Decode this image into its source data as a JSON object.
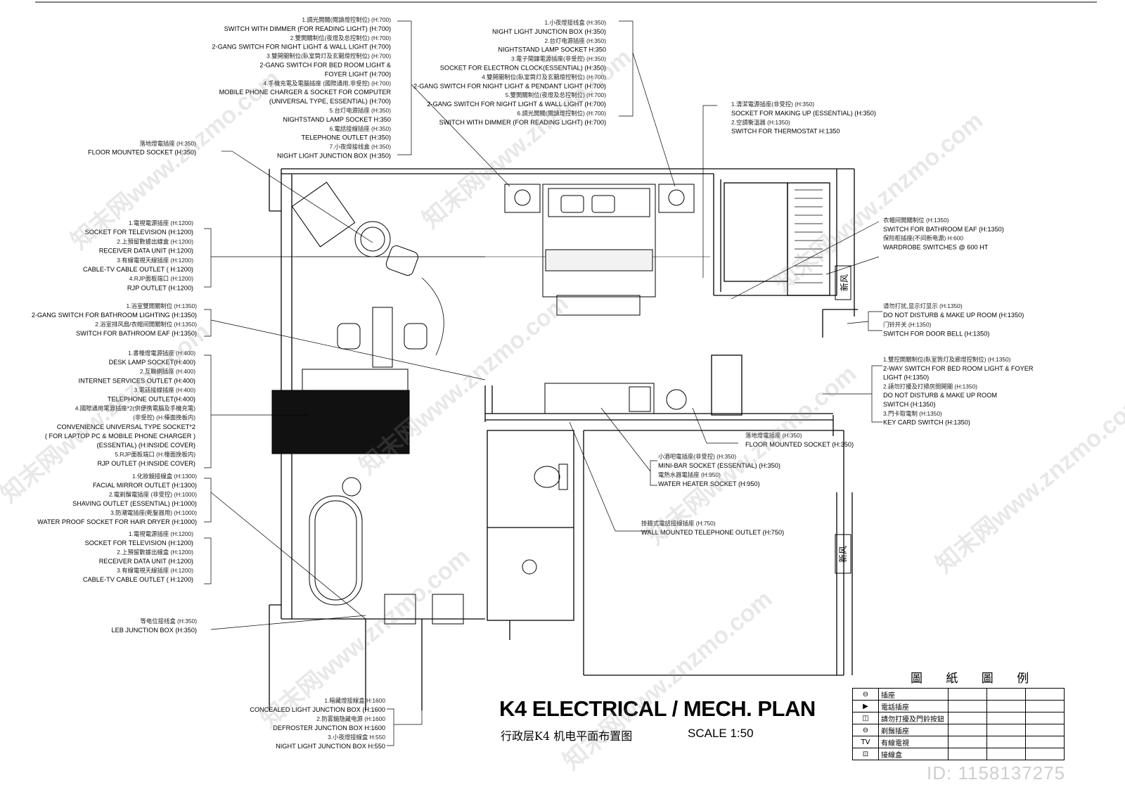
{
  "title": "K4 ELECTRICAL / MECH. PLAN",
  "subtitle": "行政层K4  机电平面布置图",
  "scale": "SCALE    1:50",
  "legend_title": "圖 紙 圖 例",
  "legend": [
    {
      "symbol": "⊖",
      "name": "插座"
    },
    {
      "symbol": "▶",
      "name": "電話插座"
    },
    {
      "symbol": "◫",
      "name": "請勿打擾及門鈴按鈕"
    },
    {
      "symbol": "⊖",
      "name": "剃鬚插座"
    },
    {
      "symbol": "TV",
      "name": "有線電視"
    },
    {
      "symbol": "⊡",
      "name": "接線盒"
    }
  ],
  "fan_label": "新风",
  "watermark": "知末网www.znzmo.com",
  "id_tag": "ID: 1158137275",
  "callouts": {
    "top_left": [
      {
        "cn": "1.調光開關(閱讀燈控制位) (H:700)",
        "en": "SWITCH WITH DIMMER (FOR READING LIGHT) (H:700)"
      },
      {
        "cn": "2.雙開關制位(夜燈及总控制位) (H:700)",
        "en": "2-GANG SWITCH FOR NIGHT LIGHT & WALL LIGHT (H:700)"
      },
      {
        "cn": "3.雙開關制位(臥室筒灯及玄關燈控制位) (H:700)",
        "en": "2-GANG SWITCH FOR BED ROOM LIGHT &"
      },
      {
        "cn": "",
        "en": "FOYER LIGHT (H:700)"
      },
      {
        "cn": "4.手機充電及電腦插座 (國際通用,非受控) (H:700)",
        "en": "MOBILE PHONE CHARGER & SOCKET FOR COMPUTER"
      },
      {
        "cn": "",
        "en": "(UNIVERSAL TYPE, ESSENTIAL) (H:700)"
      },
      {
        "cn": "5.台灯电源插座 (H:350)",
        "en": "NIGHTSTAND LAMP SOCKET H:350"
      },
      {
        "cn": "6.電話接線插座 (H:350)",
        "en": "TELEPHONE OUTLET (H:350)"
      },
      {
        "cn": "7.小夜燈接线盒 (H:350)",
        "en": "NIGHT LIGHT JUNCTION BOX (H:350)"
      }
    ],
    "top_mid": [
      {
        "cn": "1.小夜燈接线盒 (H:350)",
        "en": "NIGHT LIGHT JUNCTION BOX (H:350)"
      },
      {
        "cn": "2.台灯电源插座 (H:350)",
        "en": "NIGHTSTAND LAMP SOCKET H:350"
      },
      {
        "cn": "3.電子鬧鐘電源插座(非受控) (H:350)",
        "en": "SOCKET FOR ELECTRON CLOCK(ESSENTIAL) (H:350)"
      },
      {
        "cn": "4.雙開關制位(臥室筒灯及玄關燈控制位) (H:700)",
        "en": "2-GANG SWITCH FOR NIGHT LIGHT & PENDANT LIGHT (H:700)"
      },
      {
        "cn": "5.雙開關制位(夜燈及总控制位) (H:700)",
        "en": "2-GANG SWITCH FOR NIGHT LIGHT & WALL LIGHT (H:700)"
      },
      {
        "cn": "6.調光開關(閱讀燈控制位) (H:700)",
        "en": "SWITCH WITH DIMMER (FOR READING LIGHT) (H:700)"
      }
    ],
    "top_right": [
      {
        "cn": "1.清潔電源插座(非受控) (H:350)",
        "en": "SOCKET FOR MAKING UP (ESSENTIAL) (H:350)"
      },
      {
        "cn": "2.空調衡溫器 (H:1350)",
        "en": "SWITCH FOR THERMOSTAT  H:1350"
      }
    ],
    "floor_socket_left": {
      "cn": "落地燈電插座 (H:350)",
      "en": "FLOOR MOUNTED SOCKET (H:350)"
    },
    "tv_socket_1": [
      {
        "cn": "1.電視電源插座 (H:1200)",
        "en": "SOCKET FOR TELEVISION (H:1200)"
      },
      {
        "cn": "2.上預留數據出線盒 (H:1200)",
        "en": "RECEIVER DATA UNIT  (H:1200)"
      },
      {
        "cn": "3.有線電視天線插座 (H:1200)",
        "en": "CABLE-TV CABLE OUTLET ( H:1200)"
      },
      {
        "cn": "4.RJP面板端口 (H:1200)",
        "en": "RJP OUTLET (H:1200)"
      }
    ],
    "bath_switch": [
      {
        "cn": "1.浴室雙開關制位 (H:1350)",
        "en": "2-GANG SWITCH FOR BATHROOM LIGHTING  (H:1350)"
      },
      {
        "cn": "2.浴室排风扇/衣帽间開關制位 (H:1350)",
        "en": "SWITCH FOR BATHROOM EAF (H:1350)"
      }
    ],
    "desk": [
      {
        "cn": "1.書檯燈電源插座 (H:400)",
        "en": "DESK LAMP SOCKET(H:400)"
      },
      {
        "cn": "2.互聯網插座 (H:400)",
        "en": "INTERNET SERVICES OUTLET (H:400)"
      },
      {
        "cn": "3.電話接線插座 (H:400)",
        "en": "TELEPHONE OUTLET(H:400)"
      },
      {
        "cn": "4.國際通用電源插座*2(供便携電腦及手機充電)",
        "en": ""
      },
      {
        "cn": "(非受控) (H:檯面挽板内)",
        "en": "CONVENIENCE UNIVERSAL TYPE SOCKET*2"
      },
      {
        "cn": "",
        "en": "( FOR LAPTOP PC & MOBILE PHONE CHARGER )"
      },
      {
        "cn": "",
        "en": "(ESSENTIAL)  (H:INSIDE COVER)"
      },
      {
        "cn": "5.RJP面板端口 (H:檯面挽板内)",
        "en": "RJP OUTLET (H:INSIDE COVER)"
      }
    ],
    "mirror": [
      {
        "cn": "1.化妝鏡接線盒 (H:1300)",
        "en": "FACIAL MIRROR OUTLET (H:1300)"
      },
      {
        "cn": "2.電剃鬚電插座 (非受控) (H:1000)",
        "en": "SHAVING OUTLET (ESSENTIAL) (H:1000)"
      },
      {
        "cn": "3.防潮電插座(乾髮器用) (H:1000)",
        "en": "WATER PROOF SOCKET FOR HAIR DRYER (H:1000)"
      }
    ],
    "tv_socket_2": [
      {
        "cn": "1.電視電源插座 (H:1200)",
        "en": "SOCKET FOR TELEVISION (H:1200)"
      },
      {
        "cn": "2.上預留數據出線盒 (H:1200)",
        "en": "RECEIVER DATA UNIT  (H:1200)"
      },
      {
        "cn": "3.有線電視天線插座 (H:1200)",
        "en": "CABLE-TV CABLE OUTLET ( H:1200)"
      }
    ],
    "leb": {
      "cn": "等电位接线盒 (H:350)",
      "en": "LEB JUNCTION BOX (H:350)"
    },
    "concealed": [
      {
        "cn": "1.暗藏燈接線盒 H:1600",
        "en": "CONCEALED LIGHT JUNCTION BOX (H:1600"
      },
      {
        "cn": "2.防雾鏡隐藏电源 (H:1600",
        "en": "DEFROSTER JUNCTION BOX  H:1600"
      },
      {
        "cn": "3.小夜燈接線盒  H:550",
        "en": "NIGHT LIGHT JUNCTION BOX  H:550"
      }
    ],
    "wardrobe": [
      {
        "cn": "衣帽间開關制位 (H:1350)",
        "en": "SWITCH FOR BATHROOM EAF (H:1350)"
      },
      {
        "cn": "保险柜插座(不间断电源) H:600",
        "en": "WARDROBE SWITCHES @ 600 HT"
      }
    ],
    "dnd": [
      {
        "cn": "请勿打扰,显示灯显示 (H:1350)",
        "en": "DO NOT DISTURB & MAKE UP ROOM (H:1350)"
      },
      {
        "cn": "门铃开关 (H:1350)",
        "en": "SWITCH FOR DOOR BELL (H:1350)"
      }
    ],
    "door": [
      {
        "cn": "1.雙控開關制位(臥室筒灯及廊燈控制位) (H:1350)",
        "en": "2-WAY SWITCH FOR BED ROOM LIGHT & FOYER"
      },
      {
        "cn": "",
        "en": "LIGHT (H:1350)"
      },
      {
        "cn": "2.請勿打擾及打掃房間開關 (H:1350)",
        "en": "DO NOT DISTURB & MAKE UP ROOM"
      },
      {
        "cn": "",
        "en": "SWITCH (H:1350)"
      },
      {
        "cn": "3.門卡取電制 (H:1350)",
        "en": "KEY CARD SWITCH (H:1350)"
      }
    ],
    "floor_socket_right": {
      "cn": "落地燈電插座 (H:350)",
      "en": "FLOOR MOUNTED SOCKET (H:350)"
    },
    "minibar": [
      {
        "cn": "小酒吧電插座(非受控) (H:350)",
        "en": "MINI-BAR SOCKET (ESSENTIAL) (H:350)"
      },
      {
        "cn": "電熱水器電插座 (H:950)",
        "en": "WATER HEATER SOCKET (H:950)"
      }
    ],
    "wall_phone": {
      "cn": "掛牆式電話接線插座 (H:750)",
      "en": "WALL MOUNTED TELEPHONE OUTLET (H:750)"
    }
  }
}
